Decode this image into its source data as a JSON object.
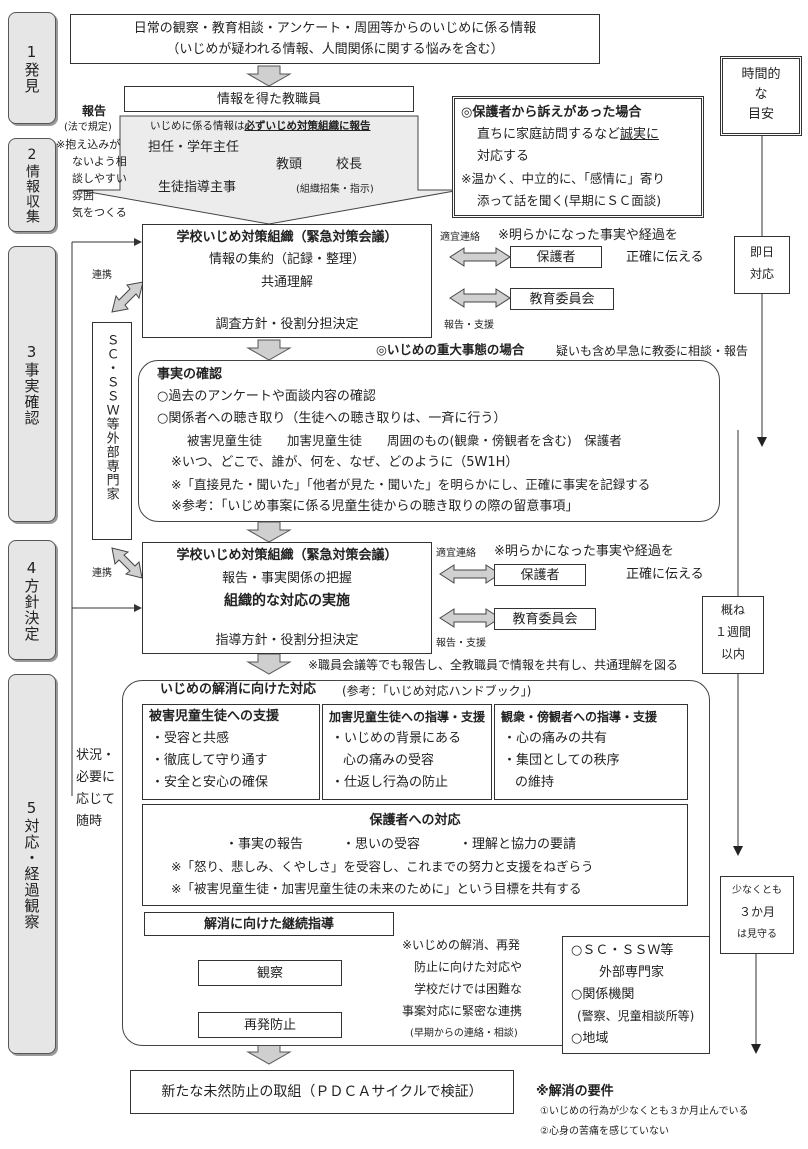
{
  "phases": [
    {
      "label": "1発見"
    },
    {
      "label": "2情報収集"
    },
    {
      "label": "3事実確認"
    },
    {
      "label": "4方針決定"
    },
    {
      "label": "5対応・経過観察"
    }
  ],
  "time": {
    "header": [
      "時間的",
      "な",
      "目安"
    ],
    "sokujitsu": [
      "即日",
      "対応"
    ],
    "gaine": [
      "概ね",
      "１週間",
      "以内"
    ],
    "sukunaku": [
      "少なくとも",
      "３か月",
      "は見守る"
    ]
  },
  "discovery": {
    "line1": "日常の観察・教育相談・アンケート・周囲等からのいじめに係る情報",
    "line2": "（いじめが疑われる情報、人間関係に関する悩みを含む）"
  },
  "teacher": "情報を得た教職員",
  "report": {
    "title": "報告",
    "law": "(法で規定)",
    "note": [
      "※抱え込みが",
      "ないよう相",
      "談しやすい",
      "雰囲",
      "気をつくる"
    ]
  },
  "info": {
    "header_pre": "いじめに係る情報は",
    "header_bold": "必ずいじめ対策組織に報告",
    "tanin": "担任・学年主任",
    "down": "↓",
    "shido": "生徒指導主事",
    "kyoto": "教頭",
    "arrow": "→",
    "kocho": "校長",
    "note": "(組織招集・指示)"
  },
  "parent_complaint": {
    "title": "◎保護者から訴えがあった場合",
    "l1": "直ちに家庭訪問するなど",
    "l1u": "誠実に",
    "l2": "対応する",
    "l3": "※温かく、中立的に、「感情に」寄り",
    "l4": "添って話を聞く(早期にＳＣ面談)"
  },
  "org1": {
    "title": "学校いじめ対策組織（緊急対策会議）",
    "l1": "情報の集約（記録・整理）",
    "l2": "共通理解",
    "l3": "調査方針・役割分担決定"
  },
  "liaison": {
    "tekigi": "適宜連絡",
    "clear1": "※明らかになった事実や経過を",
    "hogosha": "保護者",
    "seikaku": "正確に伝える",
    "kyoiku": "教育委員会",
    "hokoku_shien": "報告・支援"
  },
  "renkei": "連携",
  "sc": "ＳＣ・ＳＳＷ等外部専門家",
  "serious": {
    "title": "◎いじめの重大事態の場合",
    "note": "疑いも含め早急に教委に相談・報告"
  },
  "facts": {
    "title": "事実の確認",
    "l1": "○過去のアンケートや面談内容の確認",
    "l2": "○関係者への聴き取り（生徒への聴き取りは、一斉に行う）",
    "l3": "被害児童生徒　　加害児童生徒　　周囲のもの(観衆・傍観者を含む)　保護者",
    "l4": "※いつ、どこで、誰が、何を、なぜ、どのように（5W1H）",
    "l5": "※「直接見た・聞いた」「他者が見た・聞いた」を明らかにし、正確に事実を記録する",
    "l6": "※参考：「いじめ事案に係る児童生徒からの聴き取りの際の留意事項」"
  },
  "org2": {
    "title": "学校いじめ対策組織（緊急対策会議）",
    "l1": "報告・事実関係の把握",
    "l2": "組織的な対応の実施",
    "l3": "指導方針・役割分担決定"
  },
  "share": "※職員会議等でも報告し、全教職員で情報を共有し、共通理解を図る",
  "resolve": {
    "title": "いじめの解消に向けた対応",
    "ref": "(参考：「いじめ対応ハンドブック」)"
  },
  "status_note": [
    "状況・",
    "必要に",
    "応じて",
    "随時"
  ],
  "victim": {
    "title": "被害児童生徒への支援",
    "items": [
      "・受容と共感",
      "・徹底して守り通す",
      "・安全と安心の確保"
    ]
  },
  "offender": {
    "title": "加害児童生徒への指導・支援",
    "items": [
      "・いじめの背景にある",
      "心の痛みの受容",
      "・仕返し行為の防止"
    ]
  },
  "bystander": {
    "title": "観衆・傍観者への指導・支援",
    "items": [
      "・心の痛みの共有",
      "・集団としての秩序",
      "の維持"
    ]
  },
  "parents": {
    "title": "保護者への対応",
    "l1": "・事実の報告　　　・思いの受容　　　・理解と協力の要請",
    "l2": "※「怒り、悲しみ、くやしさ」を受容し、これまでの努力と支援をねぎらう",
    "l3": "※「被害児童生徒・加害児童生徒の未来のために」という目標を共有する"
  },
  "continuing": "解消に向けた継続指導",
  "observe": "観察",
  "prevent": "再発防止",
  "coop_note": {
    "lines": [
      "※いじめの解消、再発",
      "防止に向けた対応や",
      "学校だけでは困難な",
      "事案対応に緊密な連携"
    ],
    "small": "(早期からの連絡・相談)"
  },
  "external": {
    "l1": "○ＳＣ・ＳＳＷ等",
    "l2": "外部専門家",
    "l3": "○関係機関",
    "l4": "(警察、児童相談所等)",
    "l5": "○地域"
  },
  "new_prevention": "新たな未然防止の取組（ＰＤＣＡサイクルで検証）",
  "requirements": {
    "title": "※解消の要件",
    "r1": "①いじめの行為が少なくとも３か月止んでいる",
    "r2": "②心身の苦痛を感じていない"
  }
}
